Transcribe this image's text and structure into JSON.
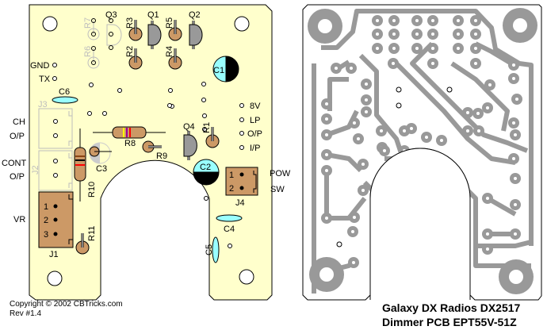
{
  "title": {
    "line1": "Galaxy DX Radios DX2517",
    "line2": "Dimmer PCB  EPT55V-51Z"
  },
  "copyright": {
    "line1": "Copyright © 2002 CBTricks.com",
    "line2": "Rev #1.4"
  },
  "colors": {
    "board": "#ffffcc",
    "copper": "#999999",
    "resistor": "#cc9966",
    "transistor": "#999999",
    "capacitor": "#99ffff",
    "connector": "#cc9966",
    "outline": "#000000",
    "ghost": "#bdbdbd"
  },
  "left_labels": {
    "gnd": "GND",
    "tx": "TX",
    "ch": "CH",
    "ch_op": "O/P",
    "cont": "CONT",
    "cont_op": "O/P",
    "vr": "VR"
  },
  "right_labels": {
    "v8": "8V",
    "lp": "LP",
    "op": "O/P",
    "ip": "I/P",
    "pow": "POW",
    "sw": "SW"
  },
  "components": {
    "q1": "Q1",
    "q2": "Q2",
    "q3": "Q3",
    "q4": "Q4",
    "r1": "R1",
    "r2": "R2",
    "r3": "R3",
    "r4": "R4",
    "r5": "R5",
    "r6": "R6",
    "r7": "R7",
    "r8": "R8",
    "r9": "R9",
    "r10": "R10",
    "r11": "R11",
    "c1": "C1",
    "c2": "C2",
    "c3": "C3",
    "c4": "C4",
    "c5": "C5",
    "c6": "C6",
    "j1": "J1",
    "j2": "J2",
    "j3": "J3",
    "j4": "J4"
  },
  "pins": {
    "j1": [
      "1",
      "2",
      "3"
    ],
    "j4": [
      "1",
      "2"
    ]
  }
}
